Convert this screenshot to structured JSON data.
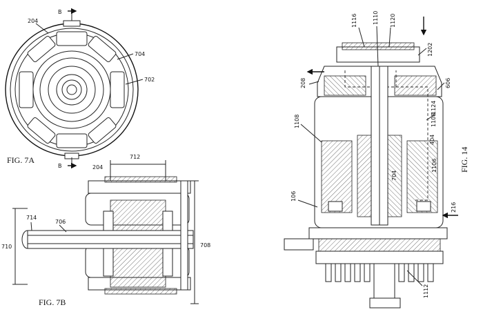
{
  "figures": {
    "fig7a": {
      "caption": "FIG. 7A",
      "section_marker_top": "B",
      "section_marker_bottom": "B",
      "labels": {
        "l204": "204",
        "l704": "704",
        "l702": "702"
      }
    },
    "fig7b": {
      "caption": "FIG. 7B",
      "labels": {
        "l204": "204",
        "l712": "712",
        "l714": "714",
        "l706": "706",
        "l710": "710",
        "l708": "708"
      }
    },
    "fig14": {
      "caption": "FIG. 14",
      "labels": {
        "l1116": "1116",
        "l1110": "1110",
        "l1120": "1120",
        "l1202": "1202",
        "l208": "208",
        "l606": "606",
        "l1108a": "1108",
        "l1124": "1124",
        "l1108b": "1108",
        "l404": "404",
        "l704": "704",
        "l1106": "1106",
        "l106": "106",
        "l216": "216",
        "l1112": "1112"
      }
    }
  }
}
